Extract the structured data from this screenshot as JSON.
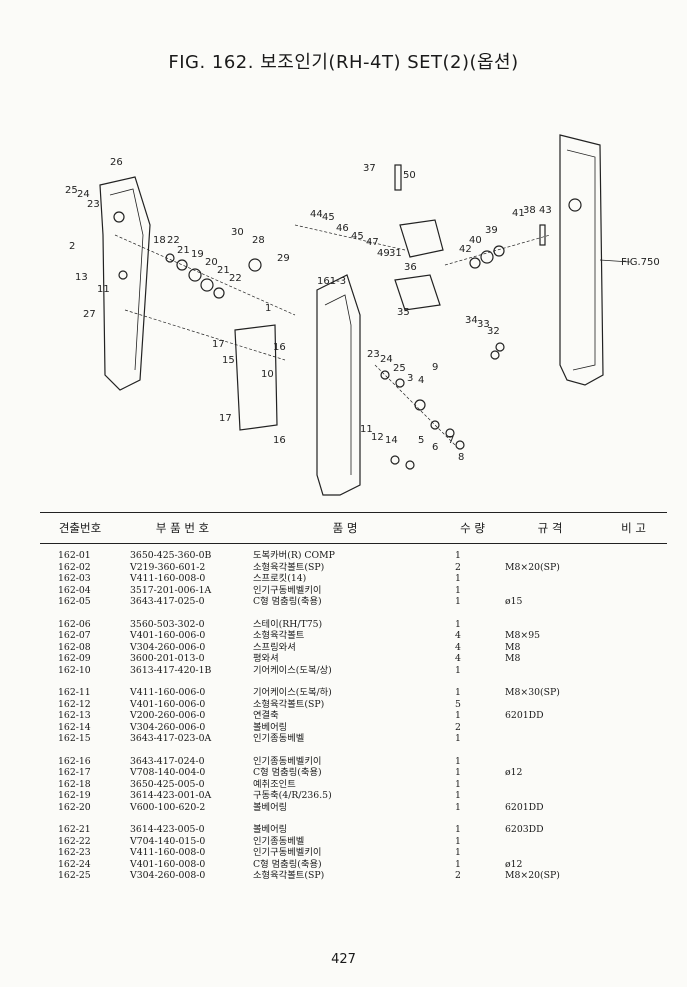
{
  "title": "FIG. 162. 보조인기(RH-4T) SET(2)(옵션)",
  "diagram": {
    "callouts": [
      "26",
      "25",
      "24",
      "23",
      "2",
      "18",
      "22",
      "21",
      "19",
      "20",
      "21",
      "22",
      "30",
      "28",
      "29",
      "13",
      "11",
      "27",
      "37",
      "50",
      "44",
      "45",
      "46",
      "45",
      "47",
      "49",
      "31",
      "36",
      "41",
      "38",
      "43",
      "42",
      "40",
      "39",
      "161-3",
      "1",
      "17",
      "15",
      "16",
      "10",
      "17",
      "16",
      "35",
      "34",
      "33",
      "32",
      "23",
      "24",
      "25",
      "3",
      "4",
      "9",
      "11",
      "12",
      "14",
      "5",
      "6",
      "7",
      "8",
      "FIG.750"
    ]
  },
  "table": {
    "headers": [
      "견출번호",
      "부 품 번 호",
      "품 명",
      "수 량",
      "규 격",
      "비 고"
    ],
    "rows": [
      {
        "no": "162-01",
        "part": "3650-425-360-0B",
        "name": "도복카버(R) COMP",
        "qty": "1",
        "spec": "",
        "gap": false
      },
      {
        "no": "162-02",
        "part": "V219-360-601-2",
        "name": "소형육각볼트(SP)",
        "qty": "2",
        "spec": "M8×20(SP)",
        "gap": false
      },
      {
        "no": "162-03",
        "part": "V411-160-008-0",
        "name": "스프로킷(14)",
        "qty": "1",
        "spec": "",
        "gap": false
      },
      {
        "no": "162-04",
        "part": "3517-201-006-1A",
        "name": "인기구동베벨키이",
        "qty": "1",
        "spec": "",
        "gap": false
      },
      {
        "no": "162-05",
        "part": "3643-417-025-0",
        "name": "C형 멈춤링(축용)",
        "qty": "1",
        "spec": "ø15",
        "gap": false
      },
      {
        "no": "162-06",
        "part": "3560-503-302-0",
        "name": "스테이(RH/T75)",
        "qty": "1",
        "spec": "",
        "gap": true
      },
      {
        "no": "162-07",
        "part": "V401-160-006-0",
        "name": "소형육각볼트",
        "qty": "4",
        "spec": "M8×95",
        "gap": false
      },
      {
        "no": "162-08",
        "part": "V304-260-006-0",
        "name": "스프링와셔",
        "qty": "4",
        "spec": "M8",
        "gap": false
      },
      {
        "no": "162-09",
        "part": "3600-201-013-0",
        "name": "평와셔",
        "qty": "4",
        "spec": "M8",
        "gap": false
      },
      {
        "no": "162-10",
        "part": "3613-417-420-1B",
        "name": "기어케이스(도복/상)",
        "qty": "1",
        "spec": "",
        "gap": false
      },
      {
        "no": "162-11",
        "part": "V411-160-006-0",
        "name": "기어케이스(도복/하)",
        "qty": "1",
        "spec": "M8×30(SP)",
        "gap": true
      },
      {
        "no": "162-12",
        "part": "V401-160-006-0",
        "name": "소형육각볼트(SP)",
        "qty": "5",
        "spec": "",
        "gap": false
      },
      {
        "no": "162-13",
        "part": "V200-260-006-0",
        "name": "연결축",
        "qty": "1",
        "spec": "6201DD",
        "gap": false
      },
      {
        "no": "162-14",
        "part": "V304-260-006-0",
        "name": "볼베어링",
        "qty": "2",
        "spec": "",
        "gap": false
      },
      {
        "no": "162-15",
        "part": "3643-417-023-0A",
        "name": "인기종동베벨",
        "qty": "1",
        "spec": "",
        "gap": false
      },
      {
        "no": "162-16",
        "part": "3643-417-024-0",
        "name": "인기종동베벨키이",
        "qty": "1",
        "spec": "",
        "gap": true
      },
      {
        "no": "162-17",
        "part": "V708-140-004-0",
        "name": "C형 멈춤링(축용)",
        "qty": "1",
        "spec": "ø12",
        "gap": false
      },
      {
        "no": "162-18",
        "part": "3650-425-005-0",
        "name": "예취조인트",
        "qty": "1",
        "spec": "",
        "gap": false
      },
      {
        "no": "162-19",
        "part": "3614-423-001-0A",
        "name": "구동축(4/R/236.5)",
        "qty": "1",
        "spec": "",
        "gap": false
      },
      {
        "no": "162-20",
        "part": "V600-100-620-2",
        "name": "볼베어링",
        "qty": "1",
        "spec": "6201DD",
        "gap": false
      },
      {
        "no": "162-21",
        "part": "3614-423-005-0",
        "name": "볼베어링",
        "qty": "1",
        "spec": "6203DD",
        "gap": true
      },
      {
        "no": "162-22",
        "part": "V704-140-015-0",
        "name": "인기종동베벨",
        "qty": "1",
        "spec": "",
        "gap": false
      },
      {
        "no": "162-23",
        "part": "V411-160-008-0",
        "name": "인기구동베벨키이",
        "qty": "1",
        "spec": "",
        "gap": false
      },
      {
        "no": "162-24",
        "part": "V401-160-008-0",
        "name": "C형 멈춤링(축용)",
        "qty": "1",
        "spec": "ø12",
        "gap": false
      },
      {
        "no": "162-25",
        "part": "V304-260-008-0",
        "name": "소형육각볼트(SP)",
        "qty": "2",
        "spec": "M8×20(SP)",
        "gap": false
      }
    ]
  },
  "page_number": "427"
}
